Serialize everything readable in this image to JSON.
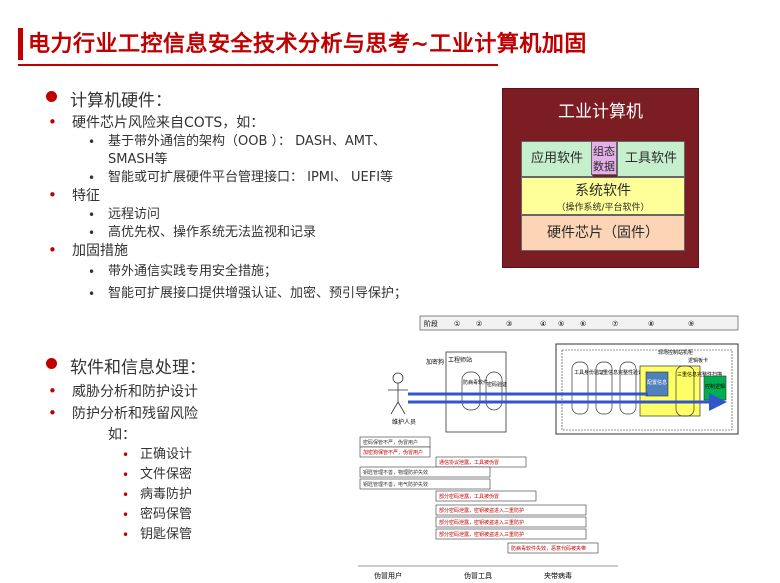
{
  "title": "电力行业工控信息安全技术分析与思考~工业计算机加固",
  "outline": {
    "sec1": {
      "heading": "计算机硬件：",
      "item1": "硬件芯片风险来自COTS，如：",
      "item1_sub1a": "基于带外通信的架构（OOB ）： DASH、AMT、",
      "item1_sub1b": "SMASH等",
      "item1_sub2": "智能或可扩展硬件平台管理接口： IPMI、 UEFI等",
      "item2": "特征",
      "item2_sub1": "远程访问",
      "item2_sub2": "高优先权、操作系统无法监视和记录",
      "item3": "加固措施",
      "item3_sub1": "带外通信实践专用安全措施；",
      "item3_sub2": "智能可扩展接口提供增强认证、加密、预引导保护；"
    },
    "sec2": {
      "heading": "软件和信息处理：",
      "item1": "威胁分析和防护设计",
      "item2": "防护分析和残留风险",
      "example": "如：",
      "sub": [
        "正确设计",
        "文件保密",
        "病毒防护",
        "密码保管",
        "钥匙保管"
      ]
    }
  },
  "industrial_computer": {
    "title": "工业计算机",
    "app": "应用软件",
    "config_data": "组态\n数据",
    "tool": "工具软件",
    "system": "系统软件",
    "system_sub": "（操作系统/平台软件）",
    "hardware": "硬件芯片（固件）"
  },
  "diagram": {
    "stage_label": "阶段",
    "stages": [
      "①",
      "②",
      "③",
      "④",
      "⑤",
      "⑥",
      "⑦",
      "⑧",
      "⑨"
    ],
    "encrypt_dog": "加密狗",
    "engineer_station": "工程师站",
    "antivirus": "防病毒软件",
    "password_verify": "密码验证",
    "maintainer": "维护人员",
    "field_controller": "现场控制站机柜",
    "logic_board": "逻辑板卡",
    "tool_auth": "工具身份验证",
    "dual_info_integrity": "二重信息完整性验证",
    "config_info": "配置信息",
    "dual_info_scan": "三重信息完整性扫描",
    "control_logic": "控制逻辑",
    "bottom_labels": [
      "伪冒用户",
      "伪冒工具",
      "夹带病毒"
    ],
    "threat_rows": [
      "密码保管不严，伪冒用户",
      "加密狗保管不严，伪冒用户",
      "通信协议泄露，工具被伪冒",
      "钥匙管理不善，物理防护失效",
      "钥匙管理不善，电气防护失效",
      "部分密码泄露，工具被伪冒",
      "部分密码泄露，密钥被盗进入二重防护",
      "部分密码泄露，密钥被盗进入三重防护",
      "部分密码泄露，密钥被盗进入三重防护",
      "防病毒软件失效，恶意代码被夹带"
    ]
  }
}
